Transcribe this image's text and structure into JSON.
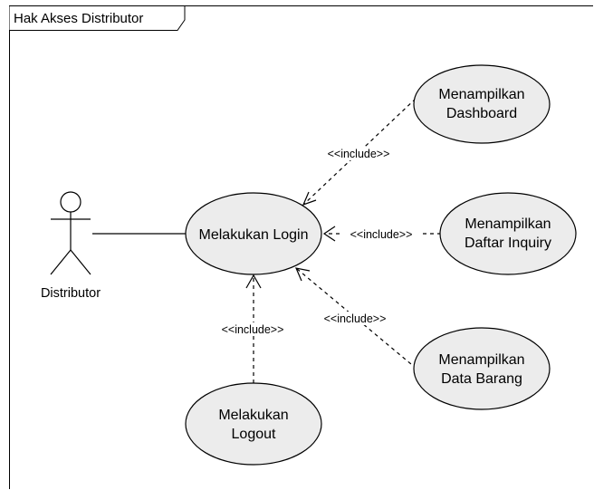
{
  "frame": {
    "title": "Hak Akses Distributor"
  },
  "actor": {
    "name": "Distributor"
  },
  "use_cases": {
    "login": [
      "Melakukan Login"
    ],
    "dashboard": [
      "Menampilkan",
      "Dashboard"
    ],
    "inquiry": [
      "Menampilkan",
      "Daftar Inquiry"
    ],
    "barang": [
      "Menampilkan",
      "Data Barang"
    ],
    "logout": [
      "Melakukan",
      "Logout"
    ]
  },
  "relations": {
    "dashboard": "<<include>>",
    "inquiry": "<<include>>",
    "barang": "<<include>>",
    "logout": "<<include>>"
  },
  "colors": {
    "stroke": "#000000",
    "fill": "#ececec"
  }
}
